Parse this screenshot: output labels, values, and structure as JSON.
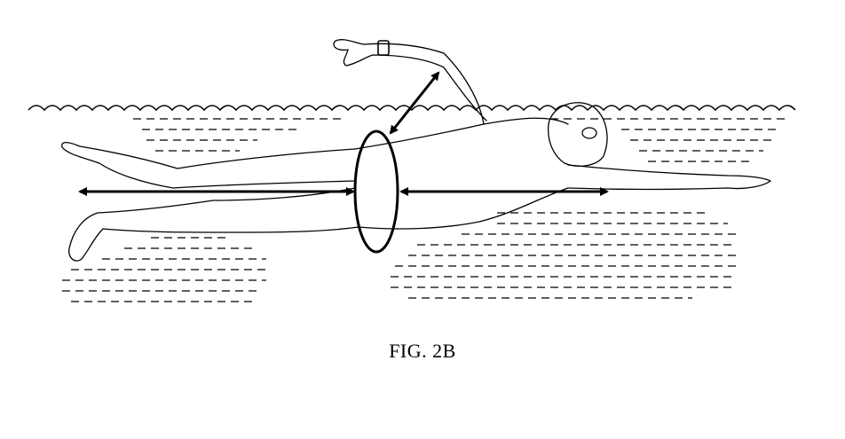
{
  "figure": {
    "caption": "FIG. 2B",
    "line_color": "#000000",
    "background": "#ffffff",
    "subject": "swimmer-freestyle",
    "device": "wrist-worn-device",
    "annotations": [
      "ellipse-torso",
      "double-arrow-leg",
      "double-arrow-arm",
      "double-arrow-wrist"
    ]
  }
}
